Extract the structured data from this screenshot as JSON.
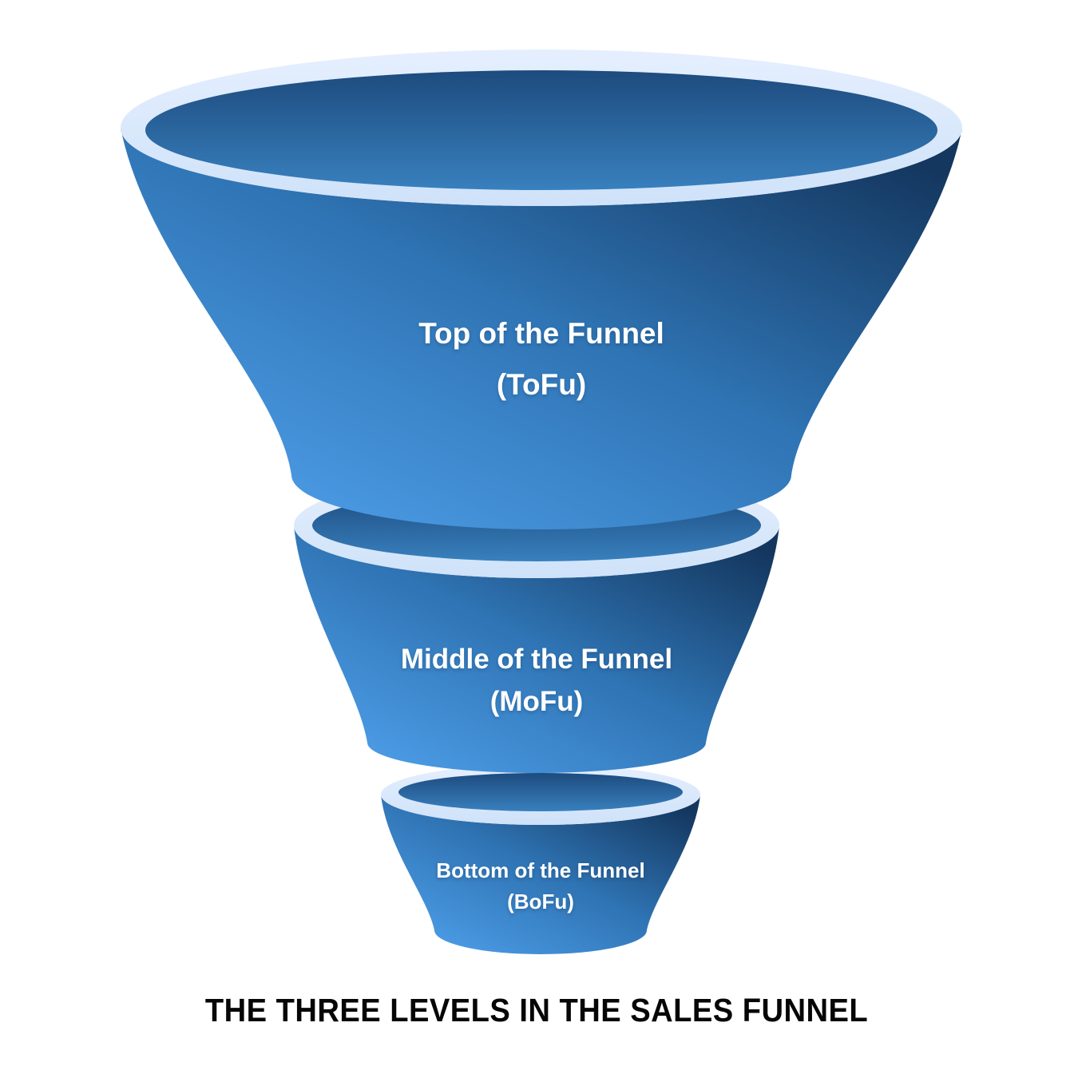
{
  "diagram": {
    "title": "THE THREE LEVELS IN THE SALES FUNNEL",
    "sections": [
      {
        "id": "tofu",
        "label": "Top of the Funnel",
        "abbr": "(ToFu)"
      },
      {
        "id": "mofu",
        "label": "Middle of the Funnel",
        "abbr": "(MoFu)"
      },
      {
        "id": "bofu",
        "label": "Bottom of the Funnel",
        "abbr": "(BoFu)"
      }
    ],
    "colors": {
      "background": "#FFFFFF",
      "rim_light": "#E5EFFE",
      "rim_dark": "#CFE2F9",
      "body_light": "#4C9CE6",
      "body_mid": "#2F74B4",
      "body_dark": "#14375F",
      "hole_top": "#1D4B7E",
      "hole_bottom": "#3880BE",
      "label_text": "#FFFFFF",
      "title_text": "#060606"
    }
  }
}
